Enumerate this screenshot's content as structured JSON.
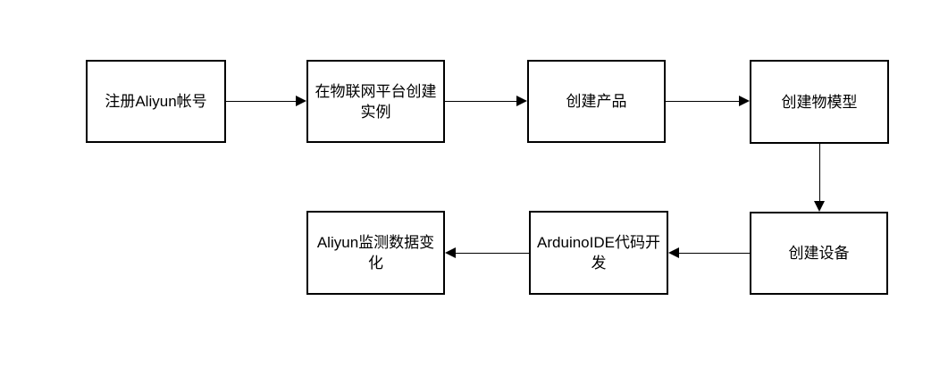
{
  "diagram": {
    "type": "flowchart",
    "colors": {
      "background": "#ffffff",
      "node_border": "#000000",
      "node_fill": "#ffffff",
      "text": "#000000",
      "arrow": "#000000"
    },
    "nodes": [
      {
        "id": "register-aliyun",
        "label": "注册Aliyun帐号"
      },
      {
        "id": "create-instance",
        "label": "在物联网平台创建\n实例"
      },
      {
        "id": "create-product",
        "label": "创建产品"
      },
      {
        "id": "create-thing-model",
        "label": "创建物模型"
      },
      {
        "id": "create-device",
        "label": "创建设备"
      },
      {
        "id": "arduino-ide-dev",
        "label": "ArduinoIDE代码开\n发"
      },
      {
        "id": "aliyun-monitor",
        "label": "Aliyun监测数据变\n化"
      }
    ],
    "edges": [
      {
        "from": "register-aliyun",
        "to": "create-instance",
        "direction": "right"
      },
      {
        "from": "create-instance",
        "to": "create-product",
        "direction": "right"
      },
      {
        "from": "create-product",
        "to": "create-thing-model",
        "direction": "right"
      },
      {
        "from": "create-thing-model",
        "to": "create-device",
        "direction": "down"
      },
      {
        "from": "create-device",
        "to": "arduino-ide-dev",
        "direction": "left"
      },
      {
        "from": "arduino-ide-dev",
        "to": "aliyun-monitor",
        "direction": "left"
      }
    ]
  }
}
